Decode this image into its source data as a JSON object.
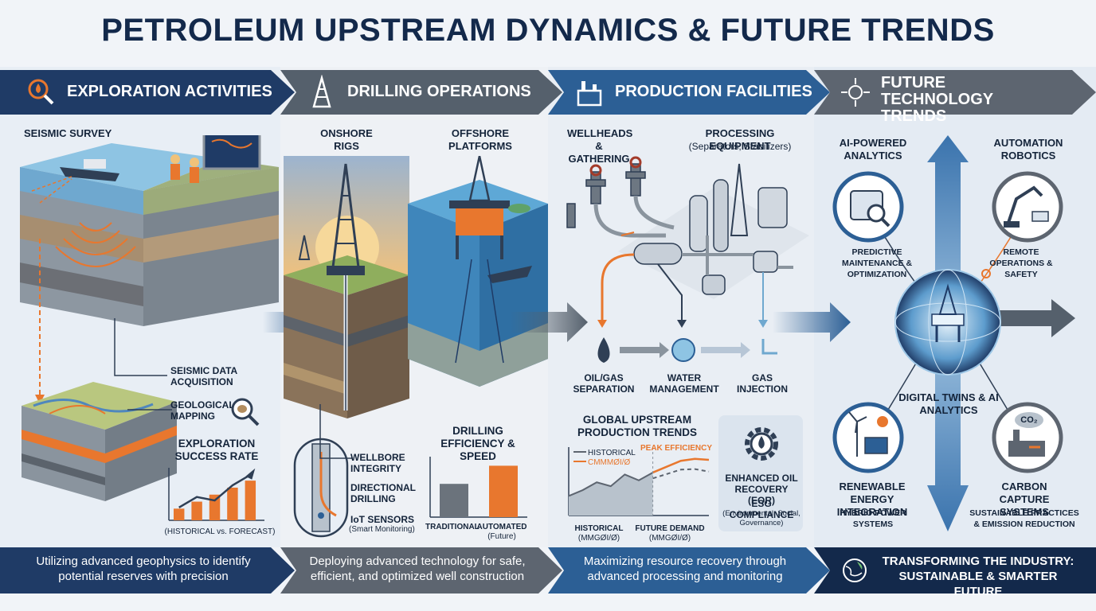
{
  "title": "PETROLEUM UPSTREAM DYNAMICS & FUTURE TRENDS",
  "sections": {
    "exploration": {
      "header": "EXPLORATION ACTIVITIES",
      "seismic_survey": "SEISMIC SURVEY",
      "seismic_data": "SEISMIC DATA ACQUISITION",
      "geo_mapping": "GEOLOGICAL MAPPING",
      "success_rate": "EXPLORATION SUCCESS RATE",
      "chart_caption": "(HISTORICAL vs. FORECAST)",
      "footer": "Utilizing advanced geophysics to identify potential reserves with precision"
    },
    "drilling": {
      "header": "DRILLING OPERATIONS",
      "onshore": "ONSHORE RIGS",
      "offshore": "OFFSHORE PLATFORMS",
      "wellbore": "WELLBORE INTEGRITY",
      "directional": "DIRECTIONAL DRILLING",
      "iot": "IoT SENSORS",
      "iot_sub": "(Smart Monitoring)",
      "efficiency": "DRILLING EFFICIENCY & SPEED",
      "footer": "Deploying advanced technology for safe, efficient, and optimized well construction"
    },
    "production": {
      "header": "PRODUCTION FACILITIES",
      "wellheads": "WELLHEADS & GATHERING",
      "processing": "PROCESSING EQUIPMENT",
      "processing_sub": "(Separators, Stabilizers)",
      "separation": "OIL/GAS SEPARATION",
      "water": "WATER MANAGEMENT",
      "gas_injection": "GAS INJECTION",
      "trends_title": "GLOBAL UPSTREAM PRODUCTION TRENDS",
      "legend_historical": "HISTORICAL",
      "legend_forecast": "CMMMØI/Ø",
      "peak": "PEAK EFFICIENCY",
      "axis_historical": "HISTORICAL",
      "axis_historical_sub": "(MMGØI/Ø)",
      "axis_future": "FUTURE DEMAND",
      "axis_future_sub": "(MMGØI/Ø)",
      "eor": "ENHANCED OIL RECOVERY (EOR)",
      "esg": "ESG COMPLIANCE",
      "esg_sub": "(Environmental, Social, Governance)",
      "footer": "Maximizing resource recovery through advanced processing and monitoring"
    },
    "future": {
      "header": "FUTURE TECHNOLOGY TRENDS",
      "ai_analytics": "AI-POWERED ANALYTICS",
      "automation": "AUTOMATION ROBOTICS",
      "predictive": "PREDICTIVE MAINTENANCE & OPTIMIZATION",
      "remote": "REMOTE OPERATIONS & SAFETY",
      "digital_twins": "DIGITAL TWINS & AI ANALYTICS",
      "renewable": "RENEWABLE ENERGY INTEGRATION",
      "hybrid": "HYBRIO POWER SYSTEMS",
      "carbon": "CARBON CAPTURE SYSTEMS",
      "sustainable": "SUSTAINABLE PRACTICES & EMISSION REDUCTION",
      "co2": "CO₂",
      "footer_line1": "TRANSFORMING THE INDUSTRY:",
      "footer_line2": "SUSTAINABLE & SMARTER FUTURE"
    }
  },
  "chart_data": [
    {
      "type": "bar",
      "title": "EXPLORATION SUCCESS RATE",
      "caption": "(HISTORICAL vs. FORECAST)",
      "values": [
        1,
        1.6,
        2.2,
        2.8,
        3.4
      ],
      "trend": [
        1.1,
        2.0,
        1.7,
        3.0,
        3.9
      ],
      "ylim": [
        0,
        4.5
      ]
    },
    {
      "type": "bar",
      "title": "DRILLING EFFICIENCY & SPEED",
      "categories": [
        "TRADITIONAL",
        "AUTOMATED"
      ],
      "category_sub": [
        "",
        "(Future)"
      ],
      "values": [
        55,
        85
      ],
      "ylim": [
        0,
        100
      ]
    },
    {
      "type": "area",
      "title": "GLOBAL UPSTREAM PRODUCTION TRENDS",
      "historical": [
        [
          0,
          20
        ],
        [
          1,
          26
        ],
        [
          2,
          34
        ],
        [
          3,
          30
        ],
        [
          4,
          42
        ],
        [
          5,
          36
        ],
        [
          6,
          44
        ]
      ],
      "forecast": [
        [
          6,
          44
        ],
        [
          7,
          50
        ],
        [
          8,
          56
        ],
        [
          9,
          58
        ],
        [
          10,
          57
        ]
      ],
      "ylim": [
        0,
        70
      ],
      "xlim": [
        0,
        10
      ]
    }
  ],
  "colors": {
    "navy": "#1f3b66",
    "blue": "#2c5f95",
    "orange": "#e8772e",
    "gray": "#5f6670"
  }
}
